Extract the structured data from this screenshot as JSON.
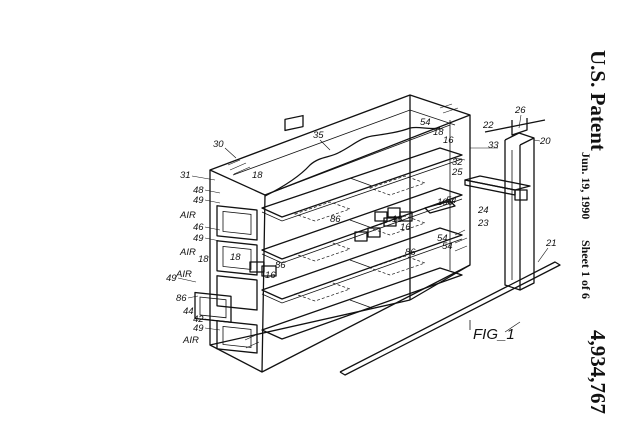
{
  "header": {
    "title": "U.S. Patent",
    "date": "Jun. 19, 1990",
    "sheet": "Sheet 1 of 6",
    "patent_number": "4,934,767"
  },
  "figure": {
    "label": "FIG_1"
  },
  "reference_numerals": [
    "54",
    "18",
    "16",
    "35",
    "30",
    "31",
    "48",
    "49",
    "46",
    "49",
    "18",
    "49",
    "86",
    "44",
    "42",
    "49",
    "18",
    "86",
    "86",
    "18",
    "16",
    "86",
    "18",
    "16",
    "100",
    "54",
    "54",
    "32",
    "25",
    "33",
    "54",
    "24",
    "23",
    "22",
    "26",
    "20",
    "21"
  ],
  "air_labels": [
    "AIR",
    "AIR",
    "AIR",
    "AIR"
  ]
}
